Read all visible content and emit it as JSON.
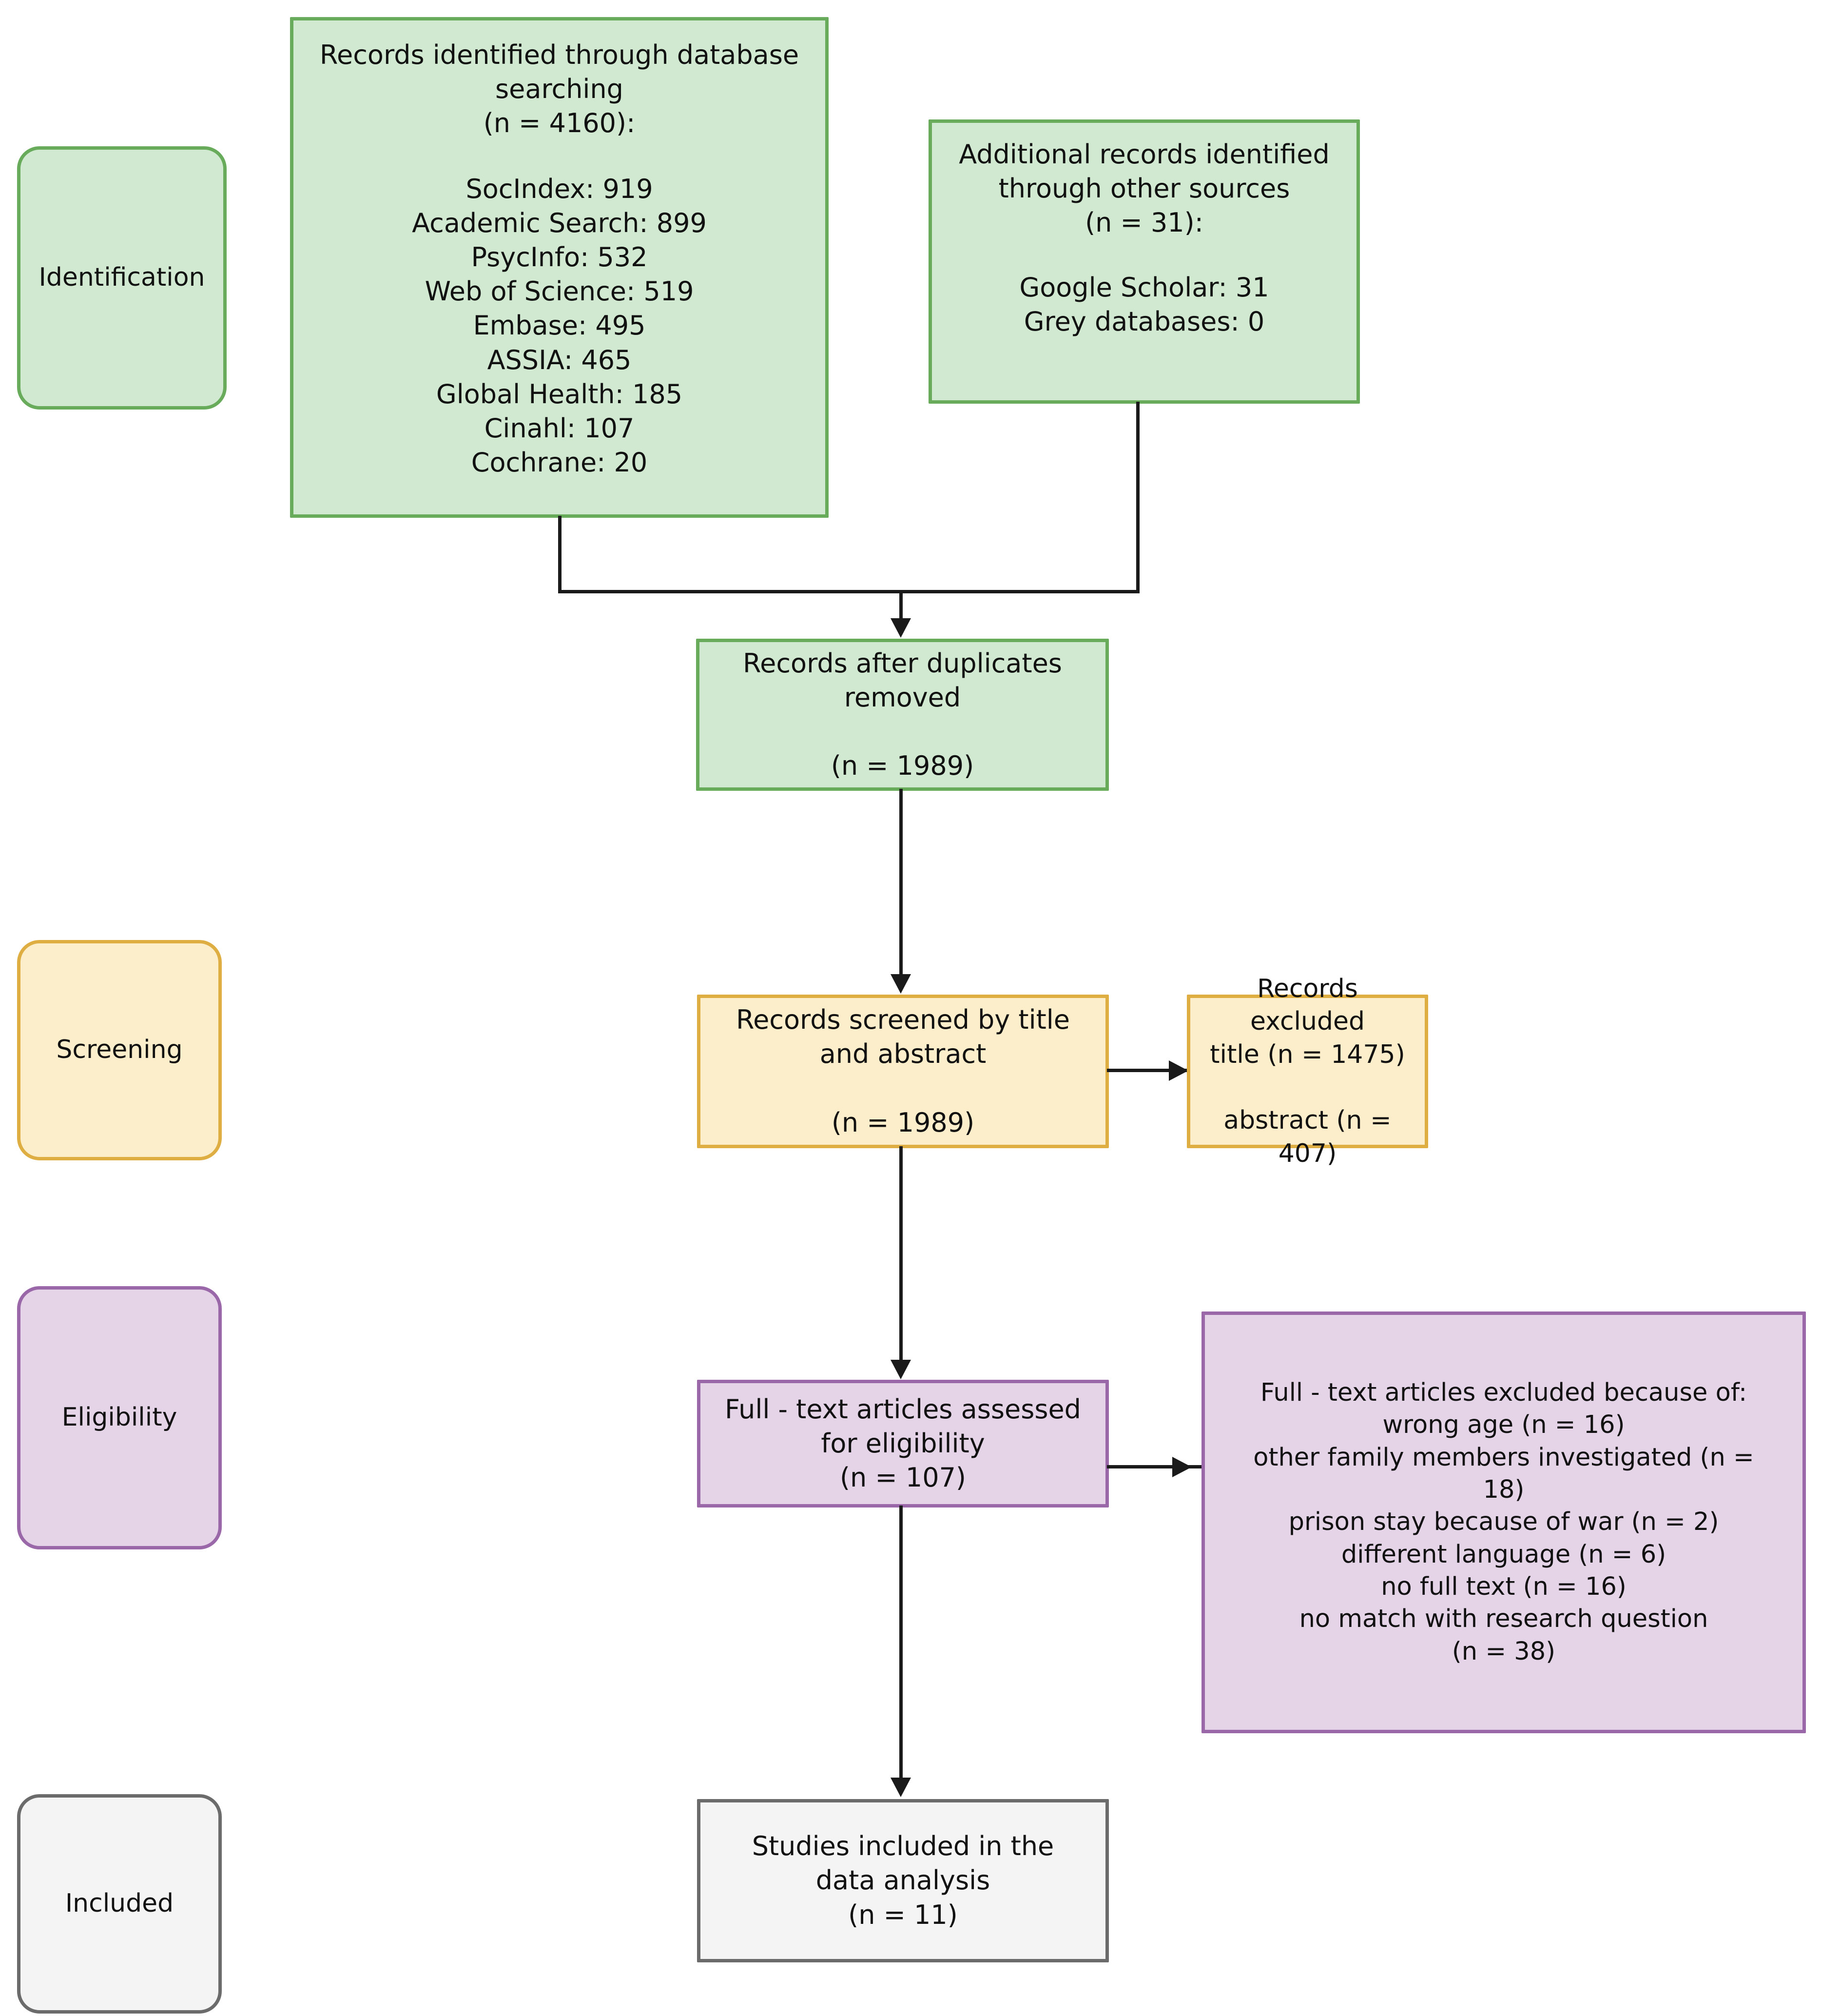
{
  "diagram": {
    "type": "prisma-flow-diagram",
    "colors": {
      "identification_fill": "#d1e9d1",
      "identification_border": "#67ab5b",
      "screening_fill": "#fdeecb",
      "screening_border": "#dfae43",
      "eligibility_fill": "#e5d4e8",
      "eligibility_border": "#9a68a8",
      "included_fill": "#f4f4f4",
      "included_border": "#6b6b6b",
      "edge": "#1a1a1a"
    }
  },
  "stages": {
    "identification": "Identification",
    "screening": "Screening",
    "eligibility": "Eligibility",
    "included": "Included"
  },
  "nodes": {
    "database_search": {
      "title": "Records identified through database\nsearching\n(n = 4160):",
      "sources": "SocIndex: 919\nAcademic Search: 899\nPsycInfo: 532\nWeb of Science: 519\nEmbase: 495\nASSIA: 465\nGlobal Health: 185\nCinahl: 107\nCochrane: 20",
      "total": 4160,
      "breakdown": [
        {
          "name": "SocIndex",
          "n": 919
        },
        {
          "name": "Academic Search",
          "n": 899
        },
        {
          "name": "PsycInfo",
          "n": 532
        },
        {
          "name": "Web of Science",
          "n": 519
        },
        {
          "name": "Embase",
          "n": 495
        },
        {
          "name": "ASSIA",
          "n": 465
        },
        {
          "name": "Global Health",
          "n": 185
        },
        {
          "name": "Cinahl",
          "n": 107
        },
        {
          "name": "Cochrane",
          "n": 20
        }
      ]
    },
    "other_sources": {
      "title": "Additional records identified\nthrough other sources\n(n = 31):",
      "sources": "Google Scholar: 31\nGrey databases: 0",
      "total": 31,
      "breakdown": [
        {
          "name": "Google Scholar",
          "n": 31
        },
        {
          "name": "Grey databases",
          "n": 0
        }
      ]
    },
    "after_duplicates": {
      "text": "Records after duplicates\nremoved\n\n(n = 1989)",
      "n": 1989
    },
    "screened": {
      "text": "Records screened by title\nand abstract\n\n(n = 1989)",
      "n": 1989
    },
    "records_excluded": {
      "text": "Records excluded\ntitle (n = 1475)\n\nabstract (n = 407)",
      "title_excluded": 1475,
      "abstract_excluded": 407
    },
    "fulltext_assessed": {
      "text": "Full - text articles assessed\nfor eligibility\n(n = 107)",
      "n": 107
    },
    "fulltext_excluded": {
      "text": "Full - text articles excluded because of:\nwrong age (n = 16)\nother family members investigated (n =\n18)\nprison stay because of war (n = 2)\ndifferent language (n = 6)\nno full text (n = 16)\nno match with research question\n(n = 38)",
      "reasons": [
        {
          "reason": "wrong age",
          "n": 16
        },
        {
          "reason": "other family members investigated",
          "n": 18
        },
        {
          "reason": "prison stay because of war",
          "n": 2
        },
        {
          "reason": "different language",
          "n": 6
        },
        {
          "reason": "no full text",
          "n": 16
        },
        {
          "reason": "no match with research question",
          "n": 38
        }
      ]
    },
    "included_studies": {
      "text": "Studies included in the\ndata analysis\n(n = 11)",
      "n": 11
    }
  }
}
